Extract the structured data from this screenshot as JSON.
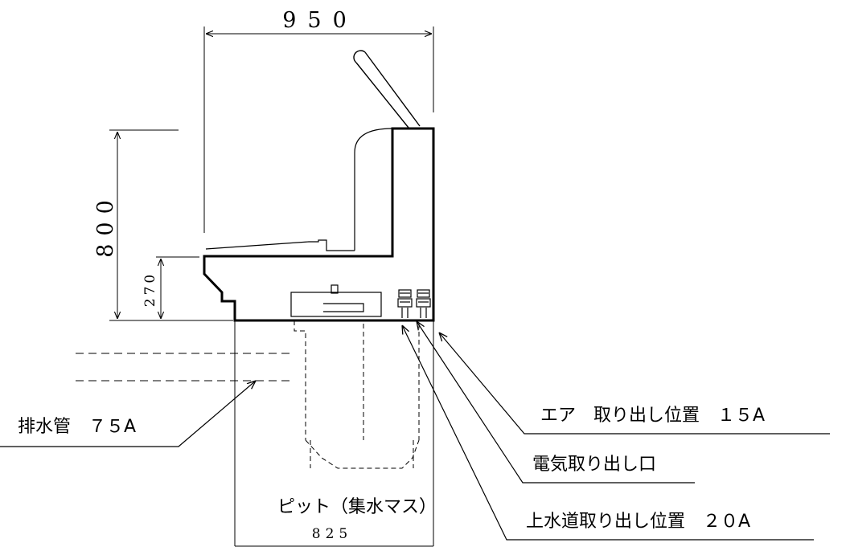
{
  "dimensions": {
    "width": "950",
    "height": "800",
    "bowl_height": "270",
    "pit_width": "825"
  },
  "labels": {
    "air": "エア　取り出し位置　１５A",
    "electric": "電気取り出し口",
    "water": "上水道取り出し位置　２０A",
    "drain": "排水管　７５A",
    "pit": "ピット（集水マス）"
  }
}
